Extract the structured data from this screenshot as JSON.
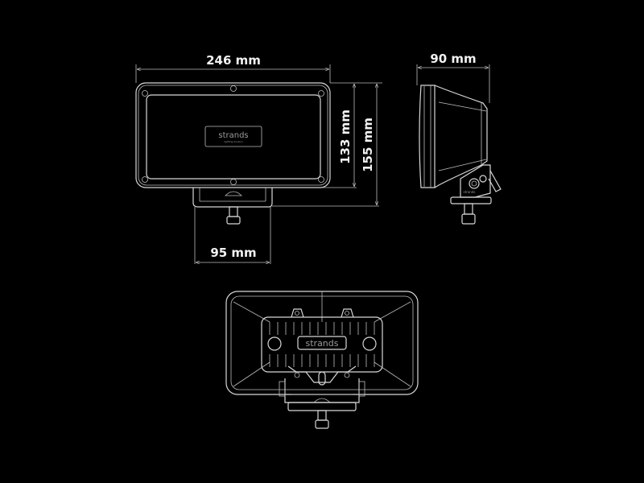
{
  "dimensions": {
    "width": "246 mm",
    "lens_height": "133 mm",
    "total_height": "155 mm",
    "bracket_width": "95 mm",
    "depth": "90 mm"
  },
  "logo": {
    "brand": "strands",
    "tagline": "lighting division"
  },
  "colors": {
    "background": "#000000",
    "line": "#d8d8d8"
  }
}
